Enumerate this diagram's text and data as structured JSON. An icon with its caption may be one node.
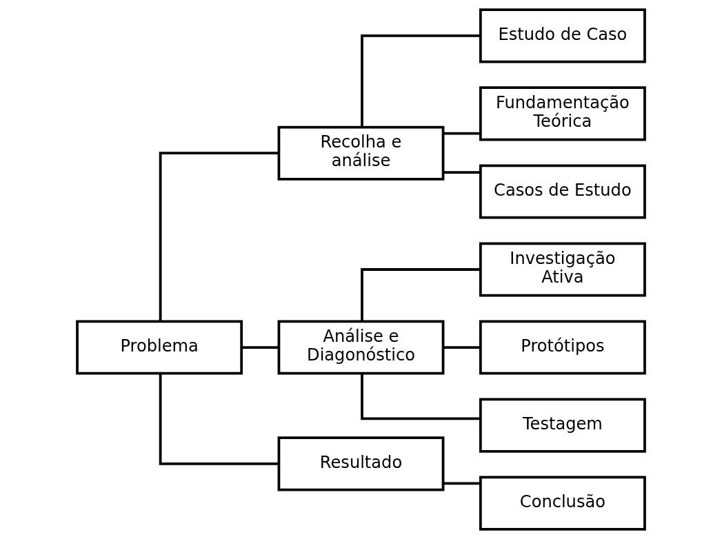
{
  "diagram": {
    "nodes": [
      {
        "text": [
          "Problema"
        ]
      },
      {
        "text": [
          "Recolha e análise"
        ]
      },
      {
        "text": [
          "Análise e Diagonóstico"
        ]
      },
      {
        "text": [
          "Resultado"
        ]
      },
      {
        "text": [
          "Estudo de Caso"
        ]
      },
      {
        "text": [
          "Fundamentação Teórica"
        ]
      },
      {
        "text": [
          "Casos de Estudo"
        ]
      },
      {
        "text": [
          "Investigação Ativa"
        ]
      },
      {
        "text": [
          "Protótipos"
        ]
      },
      {
        "text": [
          "Testagem"
        ]
      },
      {
        "text": [
          "Conclusão"
        ]
      }
    ],
    "edges": [
      {
        "from": 0,
        "to": 1,
        "arrow": "none"
      },
      {
        "from": 0,
        "to": 2,
        "arrow": "none"
      },
      {
        "from": 0,
        "to": 3,
        "arrow": "none"
      },
      {
        "from": 1,
        "to": 4,
        "arrow": "none"
      },
      {
        "from": 1,
        "to": 5,
        "arrow": "none"
      },
      {
        "from": 1,
        "to": 6,
        "arrow": "none"
      },
      {
        "from": 2,
        "to": 7,
        "arrow": "none"
      },
      {
        "from": 2,
        "to": 8,
        "arrow": "none"
      },
      {
        "from": 2,
        "to": 9,
        "arrow": "none"
      },
      {
        "from": 3,
        "to": 10,
        "arrow": "none"
      }
    ]
  }
}
